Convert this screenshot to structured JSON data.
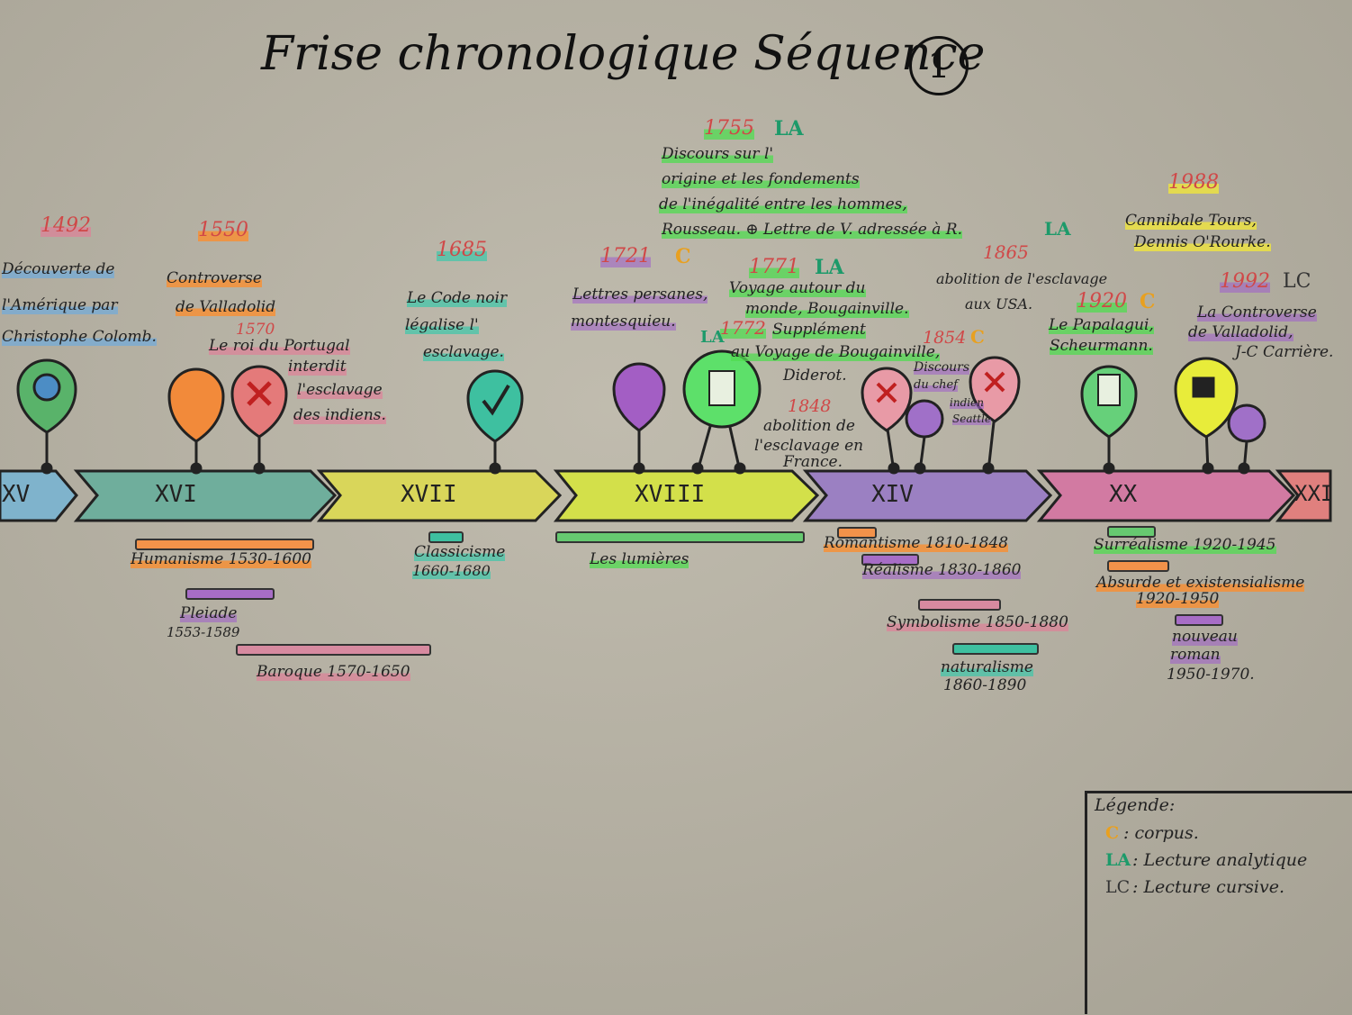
{
  "title": "Frise chronologique Séquence",
  "title_number": "1",
  "centuries": [
    {
      "label": "XV",
      "color": "#7fb3cc"
    },
    {
      "label": "XVI",
      "color": "#6fae9c"
    },
    {
      "label": "XVII",
      "color": "#d9d65a"
    },
    {
      "label": "XVIII",
      "color": "#d3e04a"
    },
    {
      "label": "XIV",
      "color": "#9b80c2"
    },
    {
      "label": "XX",
      "color": "#d27aa2"
    },
    {
      "label": "XXI",
      "color": "#e0807e"
    }
  ],
  "events": {
    "e1492": {
      "year": "1492",
      "text": [
        "Découverte de",
        "l'Amérique par",
        "Christophe Colomb."
      ]
    },
    "e1550": {
      "year": "1550",
      "text": [
        "Controverse",
        "de Valladolid"
      ]
    },
    "e1570": {
      "year": "1570",
      "text": [
        "Le roi du Portugal",
        "interdit",
        "l'esclavage",
        "des indiens."
      ]
    },
    "e1685": {
      "year": "1685",
      "text": [
        "Le Code noir",
        "légalise l'",
        "esclavage."
      ]
    },
    "e1721": {
      "year": "1721",
      "marker": "C",
      "text": [
        "Lettres persanes,",
        "montesquieu."
      ]
    },
    "e1755": {
      "year": "1755",
      "marker": "LA",
      "text": [
        "Discours sur l'",
        "origine et les fondements",
        "de l'inégalité entre les hommes,",
        "Rousseau. ⊕ Lettre de V. adressée à R."
      ],
      "marker2": "LA"
    },
    "e1771": {
      "year": "1771",
      "marker": "LA",
      "text": [
        "Voyage autour du",
        "monde, Bougainville."
      ]
    },
    "e1772": {
      "year": "1772",
      "marker": "LA",
      "text": [
        "Supplément",
        "au Voyage de Bougainville,",
        "Diderot."
      ]
    },
    "e1848": {
      "year": "1848",
      "text": [
        "abolition de",
        "l'esclavage en",
        "France."
      ]
    },
    "e1854": {
      "year": "1854",
      "marker": "C",
      "text": [
        "Discours",
        "du chef",
        "indien",
        "Seattle"
      ]
    },
    "e1865": {
      "year": "1865",
      "text": [
        "abolition de l'esclavage",
        "aux USA."
      ]
    },
    "e1920": {
      "year": "1920",
      "marker": "C",
      "text": [
        "Le Papalagui,",
        "Scheurmann."
      ]
    },
    "e1988": {
      "year": "1988",
      "text": [
        "Cannibale Tours,",
        "Dennis O'Rourke."
      ]
    },
    "e1992": {
      "year": "1992",
      "marker": "LC",
      "text": [
        "La Controverse",
        "de Valladolid,",
        "J-C Carrière."
      ]
    }
  },
  "movements": {
    "humanisme": "Humanisme 1530-1600",
    "pleiade": [
      "Pleiade",
      "1553-1589"
    ],
    "baroque": "Baroque 1570-1650",
    "classicisme": [
      "Classicisme",
      "1660-1680"
    ],
    "lumieres": "Les lumières",
    "romantisme": "Romantisme 1810-1848",
    "realisme": "Réalisme 1830-1860",
    "symbolisme": "Symbolisme 1850-1880",
    "naturalisme": [
      "naturalisme",
      "1860-1890"
    ],
    "surrealisme": "Surréalisme 1920-1945",
    "absurde": [
      "Absurde et existensialisme",
      "1920-1950"
    ],
    "nouveau_roman": [
      "nouveau",
      "roman",
      "1950-1970."
    ]
  },
  "legend": {
    "title": "Légende:",
    "items": [
      {
        "key": "C",
        "text": ": corpus."
      },
      {
        "key": "LA",
        "text": ": Lecture analytique"
      },
      {
        "key": "LC",
        "text": ": Lecture cursive."
      }
    ]
  },
  "colors": {
    "paper": "#b9b4a5",
    "year_red": "#d04848",
    "corpus": "#e8a020",
    "lecture_analytique": "#1d9a6a"
  }
}
